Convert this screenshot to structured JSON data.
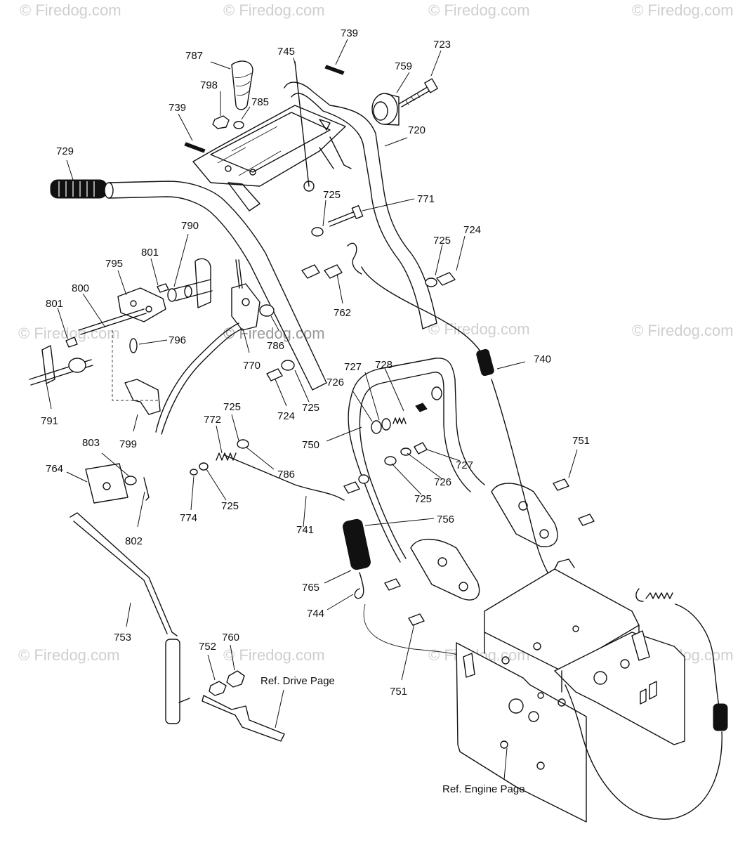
{
  "watermarks": [
    "© Firedog.com",
    "© Firedog.com",
    "© Firedog.com",
    "© Firedog.com",
    "© Firedog.com",
    "© Firedog.com",
    "© Firedog.com",
    "© Firedog.com",
    "© Firedog.com",
    "© Firedog.com",
    "© Firedog.com",
    "© Firedog.com"
  ],
  "labels": [
    "787",
    "745",
    "739",
    "723",
    "759",
    "798",
    "785",
    "739",
    "720",
    "729",
    "725",
    "771",
    "724",
    "725",
    "790",
    "801",
    "795",
    "800",
    "801",
    "762",
    "796",
    "786",
    "791",
    "770",
    "727",
    "728",
    "740",
    "726",
    "724",
    "725",
    "799",
    "725",
    "772",
    "750",
    "751",
    "803",
    "764",
    "786",
    "727",
    "726",
    "774",
    "725",
    "725",
    "756",
    "802",
    "741",
    "765",
    "744",
    "753",
    "752",
    "760",
    "751"
  ],
  "references": [
    "Ref. Drive Page",
    "Ref. Engine Page"
  ]
}
